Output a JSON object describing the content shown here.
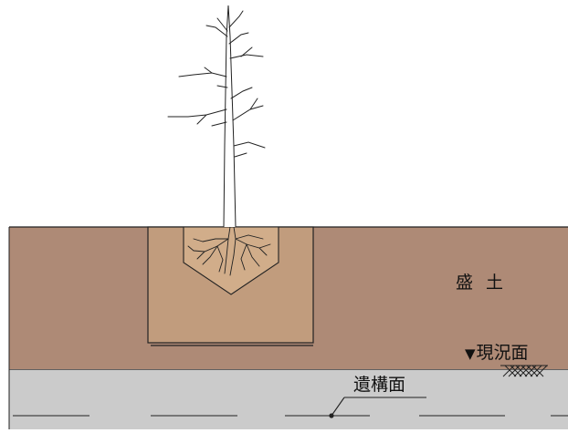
{
  "labels": {
    "fill": "盛土",
    "ground_marker": "▼",
    "ground_surface": "現況面",
    "remains_surface": "遺構面"
  },
  "colors": {
    "fill_soil": "#AE8A76",
    "planting_pit": "#C19C7D",
    "root_ball": "#D1AD8A",
    "remains_layer": "#CBCBCB",
    "outline": "#222222"
  },
  "icons": {
    "tree": "bare-tree-icon",
    "ground_hatch": "ground-hatch-icon",
    "leader_dot": "leader-dot-icon"
  }
}
